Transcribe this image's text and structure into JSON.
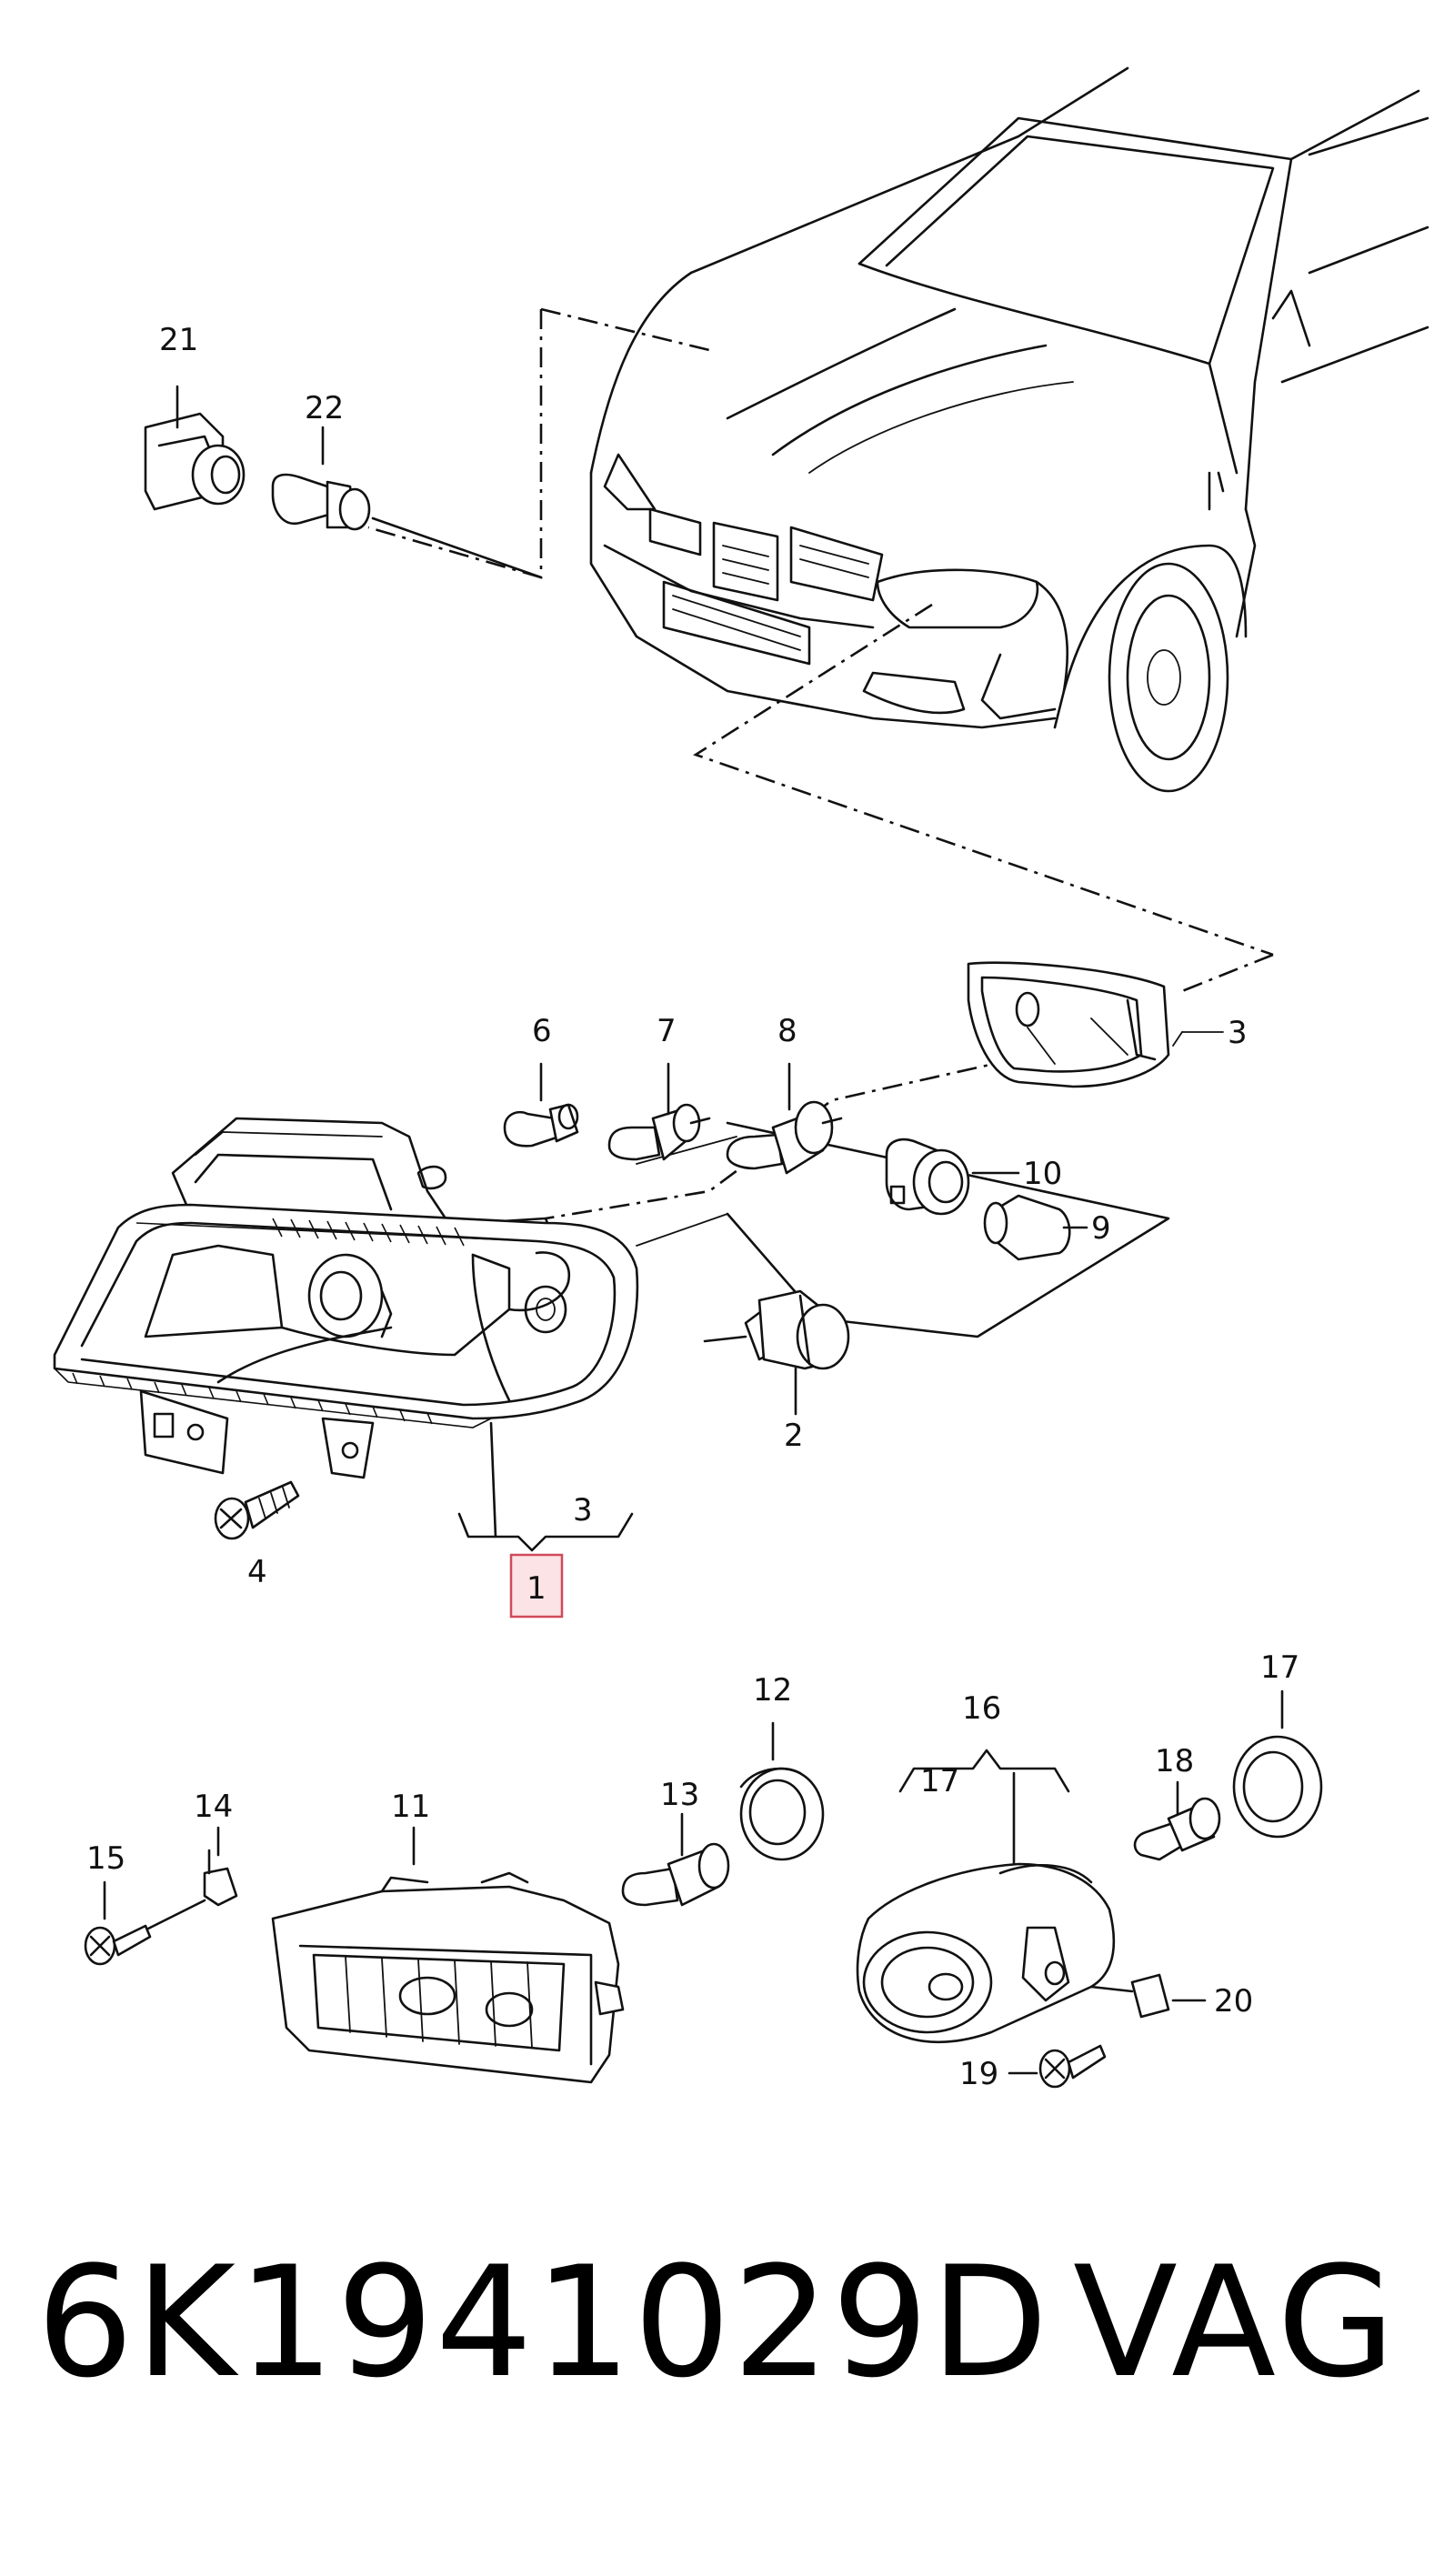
{
  "callouts": {
    "n1": "1",
    "n2": "2",
    "n3a": "3",
    "n3b": "3",
    "n4": "4",
    "n6": "6",
    "n7": "7",
    "n8": "8",
    "n9": "9",
    "n10": "10",
    "n11": "11",
    "n12": "12",
    "n13": "13",
    "n14": "14",
    "n15": "15",
    "n16": "16",
    "n17a": "17",
    "n17b": "17",
    "n18": "18",
    "n19": "19",
    "n20": "20",
    "n21": "21",
    "n22": "22"
  },
  "footer": {
    "part_number": "6K1941029D",
    "brand": "VAG"
  },
  "colors": {
    "line": "#111111",
    "highlight_fill": "#fbe3e6",
    "highlight_stroke": "#d04a5a"
  }
}
